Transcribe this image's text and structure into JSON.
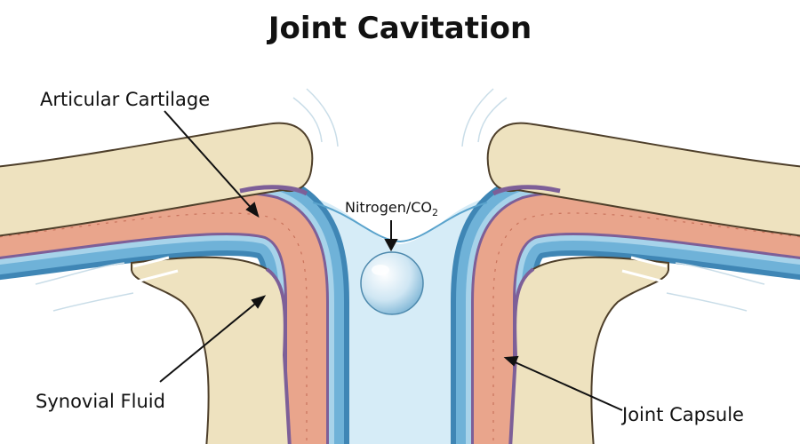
{
  "title": "Joint Cavitation",
  "labels": {
    "articular_cartilage": "Articular Cartilage",
    "synovial_fluid": "Synovial Fluid",
    "joint_capsule": "Joint Capsule",
    "gas": "Nitrogen/CO",
    "gas_subscript": "2"
  },
  "colors": {
    "bone": "#eee2bf",
    "cartilage": "#e9a58c",
    "capsule": "#5aa3cc",
    "fluid": "#d6ecf7",
    "membrane": "#8a6fa8"
  }
}
